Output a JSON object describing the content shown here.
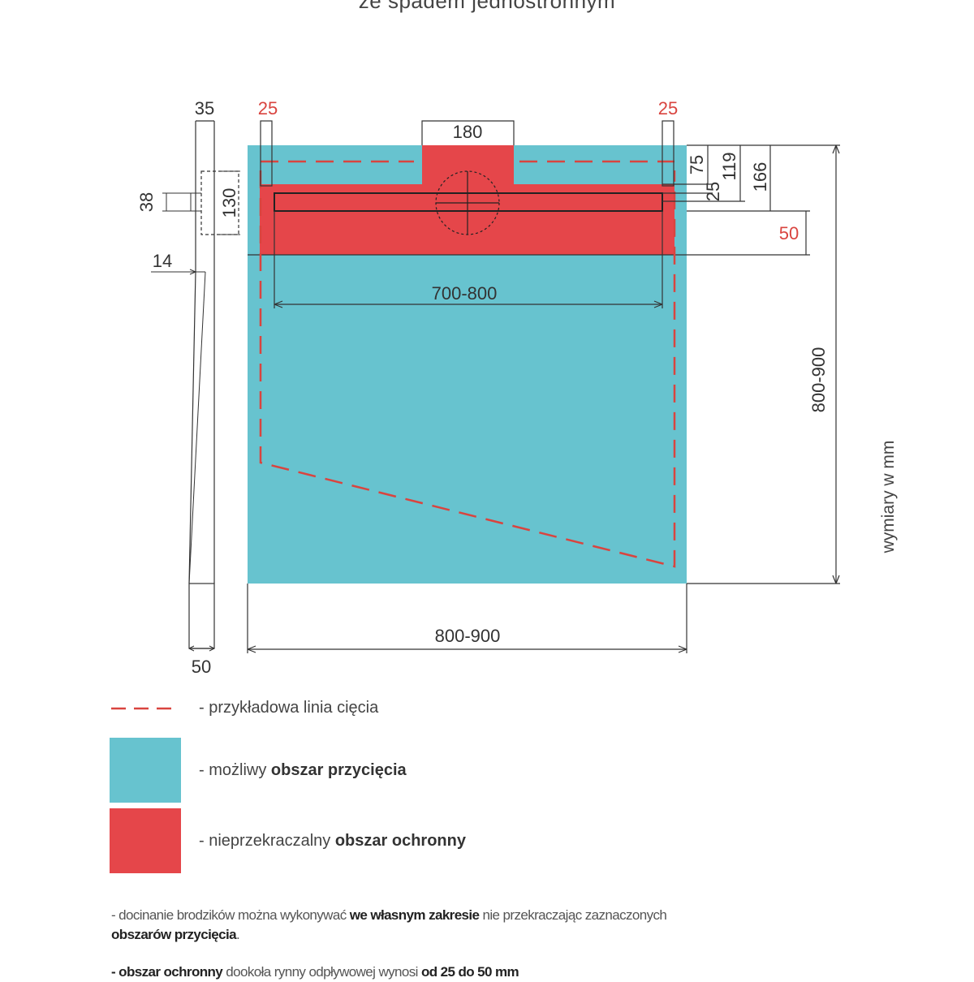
{
  "title": "ze spadem jednostronnym",
  "dimensions": {
    "side_top": "35",
    "side_38": "38",
    "side_130": "130",
    "side_14": "14",
    "side_bottom": "50",
    "left_25": "25",
    "right_25": "25",
    "outlet": "180",
    "d75": "75",
    "d119": "119",
    "d166": "166",
    "d25": "25",
    "d50": "50",
    "drain_length": "700-800",
    "height": "800-900",
    "width": "800-900",
    "units": "wymiary w mm"
  },
  "colors": {
    "trim_area": "#67c3cf",
    "protected_area": "#e5464a",
    "cut_line": "#d9443f"
  },
  "legend": {
    "cut_line": "- przykładowa linia cięcia",
    "trim_prefix": "- możliwy ",
    "trim_bold": "obszar przycięcia",
    "protect_prefix": "- nieprzekraczalny ",
    "protect_bold": "obszar ochronny"
  },
  "notes": {
    "n1_a": "- docinanie brodzików można wykonywać ",
    "n1_b": "we własnym zakresie",
    "n1_c": " nie przekraczając zaznaczonych",
    "n1_d": "obszarów przycięcia",
    "n1_e": ".",
    "n2_a": "- obszar ochronny",
    "n2_b": " dookoła rynny odpływowej wynosi ",
    "n2_c": "od 25 do 50 mm"
  }
}
